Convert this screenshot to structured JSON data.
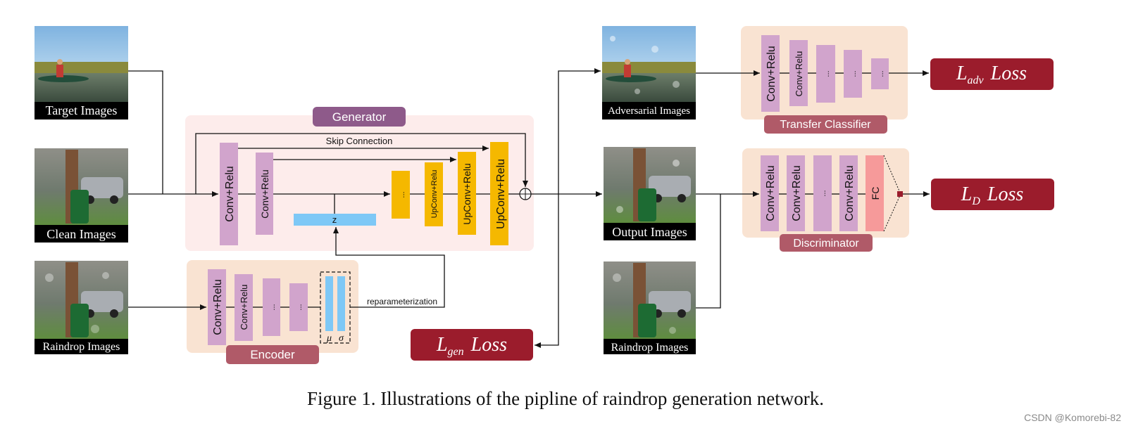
{
  "images": {
    "target": "Target Images",
    "clean": "Clean Images",
    "raindrop_left": "Raindrop Images",
    "adversarial": "Adversarial Images",
    "output": "Output Images",
    "raindrop_right": "Raindrop Images"
  },
  "generator": {
    "title": "Generator",
    "skip_connection": "Skip Connection",
    "conv_relu": "Conv+Relu",
    "upconv_relu": "UpConv+Relu",
    "z": "z",
    "small_dot": "..."
  },
  "encoder": {
    "title": "Encoder",
    "conv_relu": "Conv+Relu",
    "ellipsis": "...",
    "mu": "μ",
    "sigma": "σ",
    "reparameterization": "reparameterization"
  },
  "classifier": {
    "title": "Transfer Classifier",
    "conv_relu": "Conv+Relu",
    "ellipsis": "..."
  },
  "discriminator": {
    "title": "Discriminator",
    "conv_relu": "Conv+Relu",
    "ellipsis": "...",
    "fc": "FC"
  },
  "losses": {
    "adv_L": "L",
    "adv_sub": "adv",
    "adv_word": "Loss",
    "d_L": "L",
    "d_sub": "D",
    "d_word": "Loss",
    "gen_L": "L",
    "gen_sub": "gen",
    "gen_word": "Loss"
  },
  "caption": "Figure 1. Illustrations of the pipline of raindrop generation network.",
  "watermark": "CSDN @Komorebi-82",
  "colors": {
    "generator_bg": "#fdeceb",
    "panel_bg": "#f9e3d2",
    "title_badge": "#8e5a8a",
    "title_badge_red": "#b05a68",
    "conv": "#d1a4cc",
    "upconv": "#f5b800",
    "z_bar": "#7ec8f6",
    "fc": "#f69a9a",
    "loss": "#9b1c2c"
  }
}
